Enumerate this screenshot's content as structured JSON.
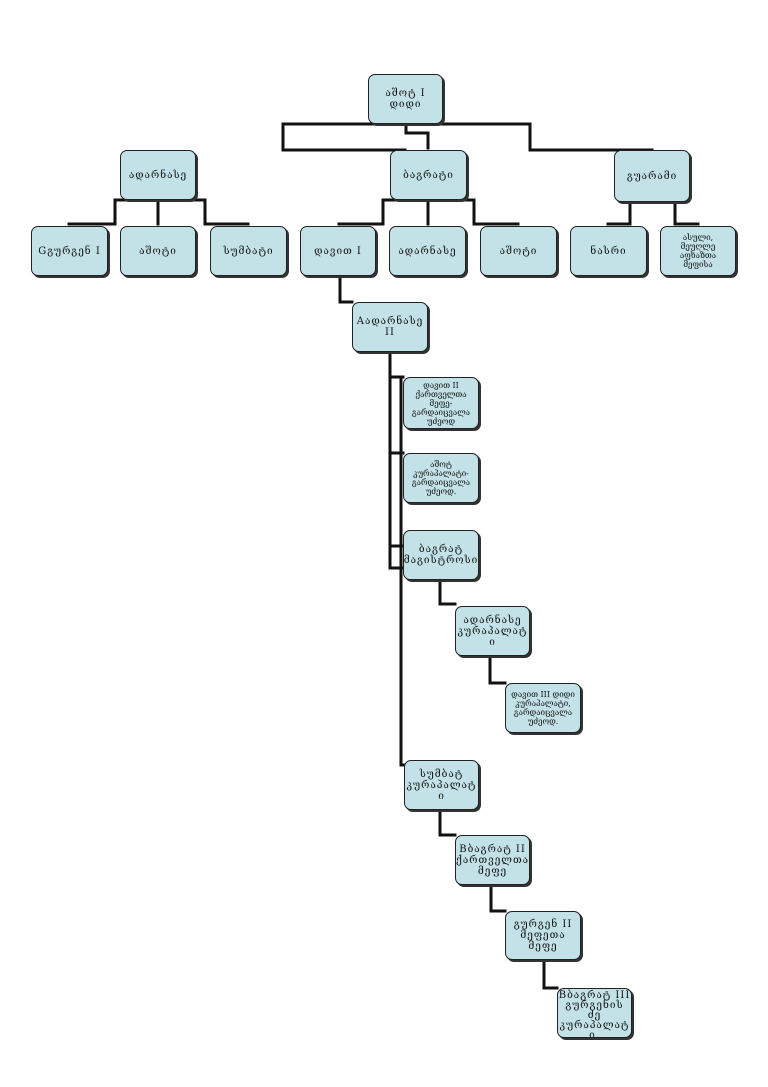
{
  "nodes": {
    "ashot1": [
      "აშოტ I",
      "დიდი"
    ],
    "adarnase_a": [
      "ადარნასე"
    ],
    "bagrat_a": [
      "ბაგრატი"
    ],
    "guarami": [
      "გუარამი"
    ],
    "gurgen1": [
      "Gგურგენ I"
    ],
    "ashoti_a": [
      "აშოტი"
    ],
    "sumbati": [
      "სუმბატი"
    ],
    "davit1": [
      "დავით I"
    ],
    "adarnase_b": [
      "ადარნასე"
    ],
    "ashoti_b": [
      "აშოტი"
    ],
    "nasri": [
      "ნასრი"
    ],
    "asuli": [
      "ასული,",
      "მეუღლე",
      "აფხაზთა",
      "მეფისა"
    ],
    "adarnase2": [
      "Aადარნასე",
      "II"
    ],
    "davit2": [
      "დავით II",
      "ქართველთა",
      "მეფე-",
      "გარდაიცვალა",
      "უძეოდ"
    ],
    "ashot_k": [
      "აშოტ",
      "კურაპალატი-",
      "გარდაიცვალა",
      "უძეოდ."
    ],
    "bagrat_m": [
      "ბაგრატ",
      "მაგისტროსი"
    ],
    "adarnase_k": [
      "ადარნასე",
      "კურაპალატ",
      "ი"
    ],
    "davit3": [
      "დავით III დიდი",
      "კურაპალატი,",
      "გარდაიცვალა",
      "უძეოდ."
    ],
    "sumbat_k": [
      "სუმბატ",
      "კურაპალატ",
      "ი"
    ],
    "bagrat2": [
      "Bბაგრატ II",
      "ქართველთა",
      "მეფე"
    ],
    "gurgen2": [
      "გურგენ II",
      "მეფეთა",
      "მეფე"
    ],
    "bagrat3": [
      "Bბაგრატ III",
      "გურგენის",
      "ძე",
      "კურაპალატ",
      "ი."
    ]
  }
}
